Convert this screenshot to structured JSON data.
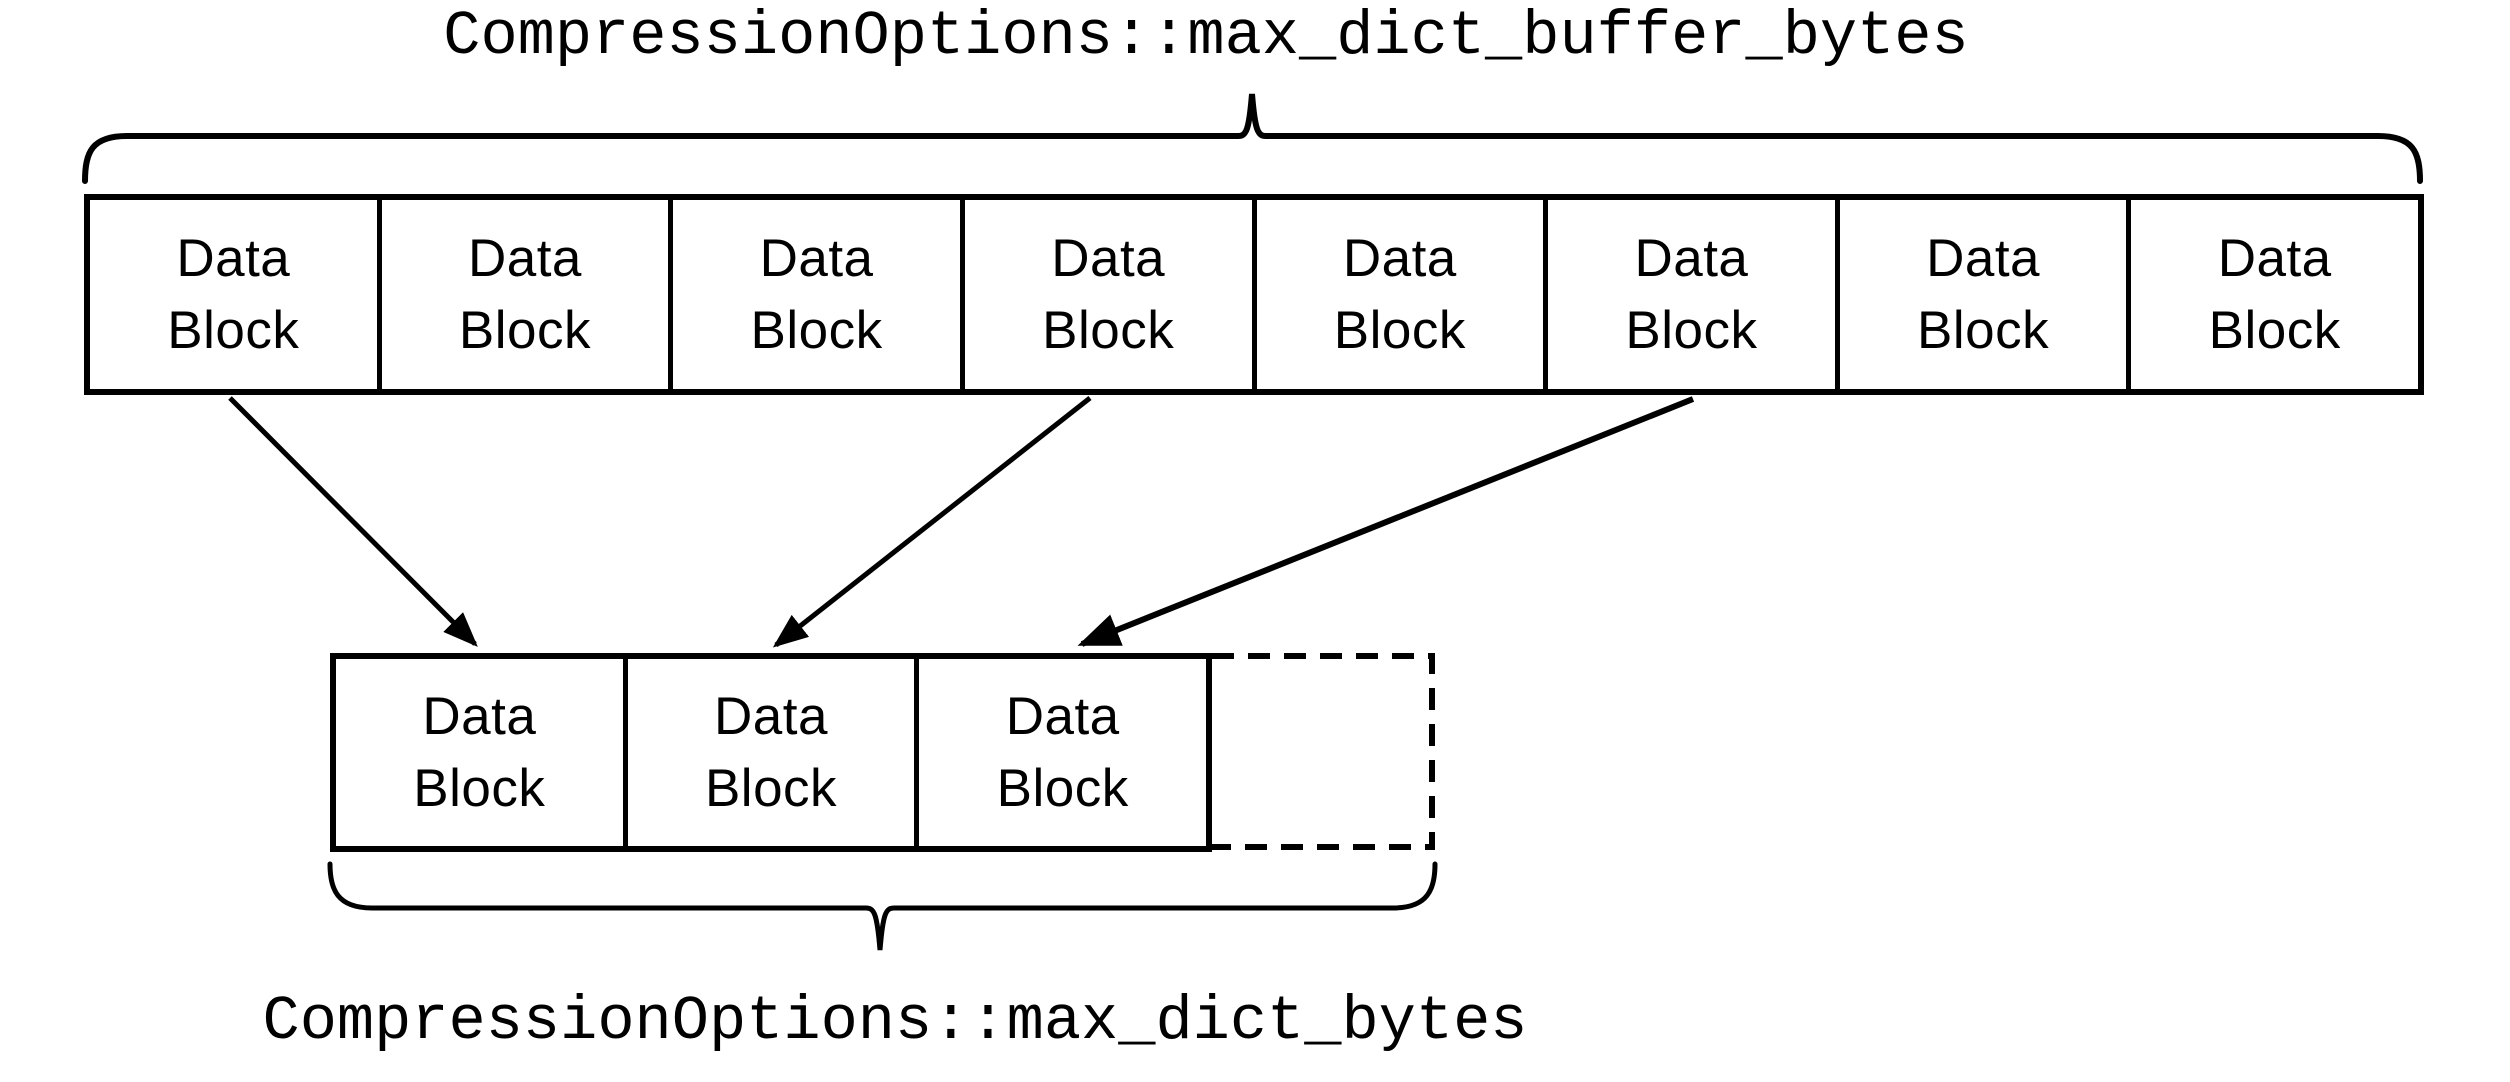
{
  "labels": {
    "top": "CompressionOptions::max_dict_buffer_bytes",
    "bottom": "CompressionOptions::max_dict_bytes"
  },
  "buffer_row": {
    "blocks": [
      "Data\nBlock",
      "Data\nBlock",
      "Data\nBlock",
      "Data\nBlock",
      "Data\nBlock",
      "Data\nBlock",
      "Data\nBlock",
      "Data\nBlock"
    ]
  },
  "dict_row": {
    "blocks": [
      "Data\nBlock",
      "Data\nBlock",
      "Data\nBlock"
    ],
    "has_dashed_extension": true
  },
  "arrows": [
    {
      "from": "buffer-block-1",
      "to": "dict-block-1"
    },
    {
      "from": "buffer-block-4",
      "to": "dict-block-2"
    },
    {
      "from": "buffer-block-6",
      "to": "dict-block-3"
    }
  ],
  "colors": {
    "stroke": "#000000",
    "background": "#ffffff"
  }
}
